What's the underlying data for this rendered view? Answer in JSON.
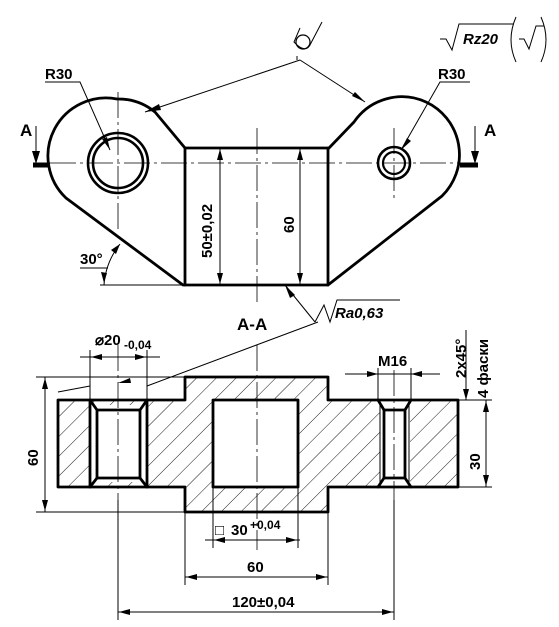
{
  "surface_finish": {
    "general": "Rz20",
    "roughness_top": "",
    "roughness_bottom": "Ra0,63"
  },
  "plan_view": {
    "radius_left": "R30",
    "radius_right": "R30",
    "section_mark_left": "A",
    "section_mark_right": "A",
    "dim_height_toleranced": "50±0,02",
    "dim_height": "60",
    "angle": "30°"
  },
  "section_view": {
    "title": "А-А",
    "bore_diameter": "⌀20",
    "bore_tolerance": "-0,04",
    "thread": "M16",
    "chamfer": "2x45°",
    "chamfer_note": "4 фаски",
    "overall_height": "60",
    "flange_height": "30",
    "square_symbol": "□",
    "square_size": "30",
    "square_tolerance": "+0,04",
    "boss_width": "60",
    "center_distance": "120±0,04"
  }
}
